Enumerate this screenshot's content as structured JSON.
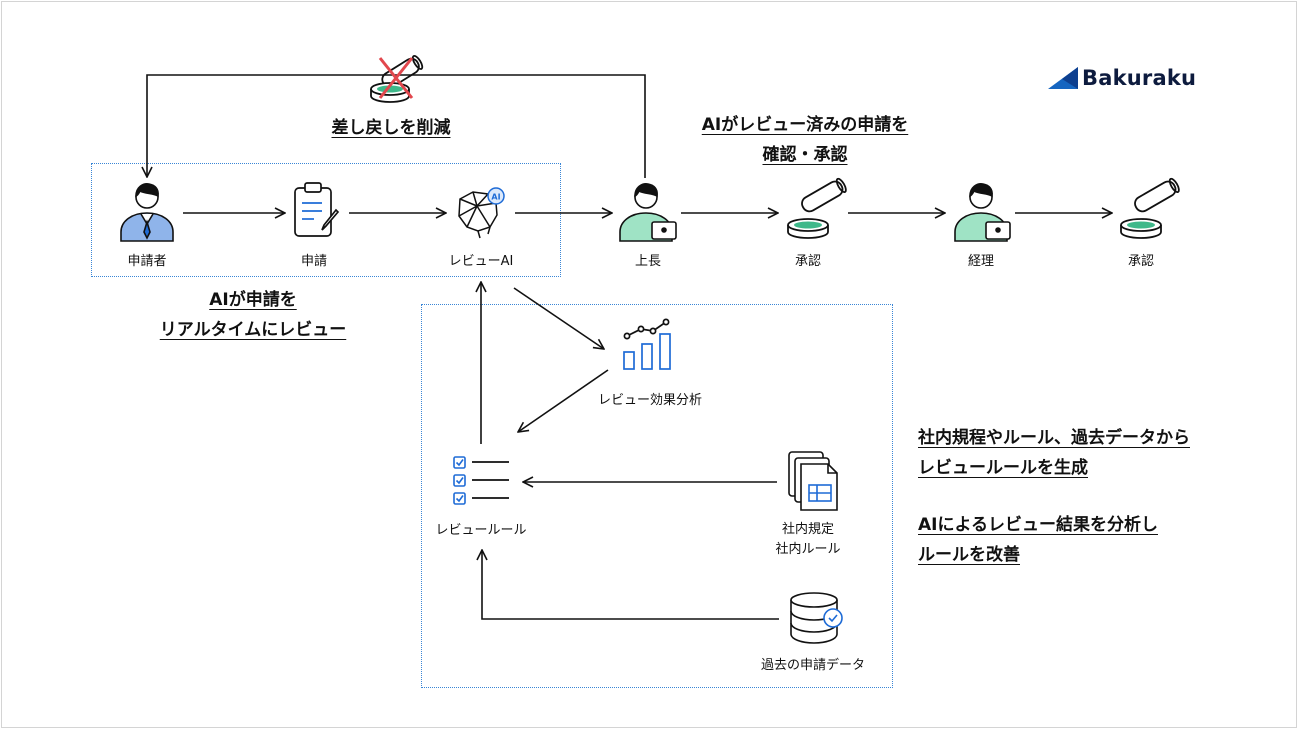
{
  "brand": {
    "name": "Bakuraku",
    "color": "#1565c0"
  },
  "colors": {
    "dotted_frame": "#3a86d6",
    "applicant": "#1e6bd6",
    "manager": "#3fb88a",
    "line": "#111111"
  },
  "callouts": {
    "reduce_returns": "差し戻しを削減",
    "review_confirm": [
      "AIがレビュー済みの申請を",
      "確認・承認"
    ],
    "realtime_review": [
      "AIが申請を",
      "リアルタイムにレビュー"
    ],
    "generate_rules": [
      "社内規程やルール、過去データから",
      "レビュールールを生成"
    ],
    "improve_rules": [
      "AIによるレビュー結果を分析し",
      "ルールを改善"
    ]
  },
  "flow_nodes": {
    "applicant": "申請者",
    "application": "申請",
    "review_ai": "レビューAI",
    "ai_badge": "AI",
    "supervisor": "上長",
    "approval_1": "承認",
    "accounting": "経理",
    "approval_2": "承認"
  },
  "learning_nodes": {
    "review_analysis": "レビュー効果分析",
    "review_rules": "レビュールール",
    "internal_rules": [
      "社内規定",
      "社内ルール"
    ],
    "past_data": "過去の申請データ"
  },
  "icons": [
    "applicant-person-icon",
    "clipboard-icon",
    "ai-brain-icon",
    "manager-laptop-icon",
    "stamp-icon",
    "stamp-crossed-icon",
    "bar-chart-icon",
    "checklist-icon",
    "documents-icon",
    "database-icon"
  ]
}
